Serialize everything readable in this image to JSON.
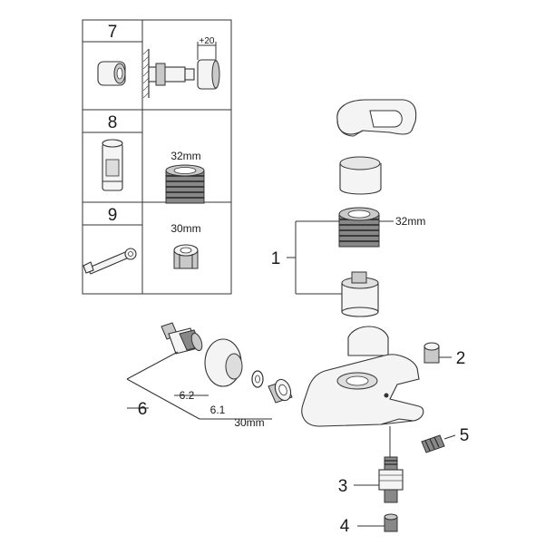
{
  "panels": [
    {
      "number": "7",
      "dim_label": "+20"
    },
    {
      "number": "8",
      "size_label": "32mm"
    },
    {
      "number": "9",
      "size_label": "30mm"
    }
  ],
  "callouts": {
    "c1": "1",
    "c2": "2",
    "c3": "3",
    "c4": "4",
    "c5": "5",
    "c6": "6",
    "c62": "6.2",
    "c61": "6.1"
  },
  "dims": {
    "cartridge_size": "32mm",
    "nut_size": "30mm"
  }
}
